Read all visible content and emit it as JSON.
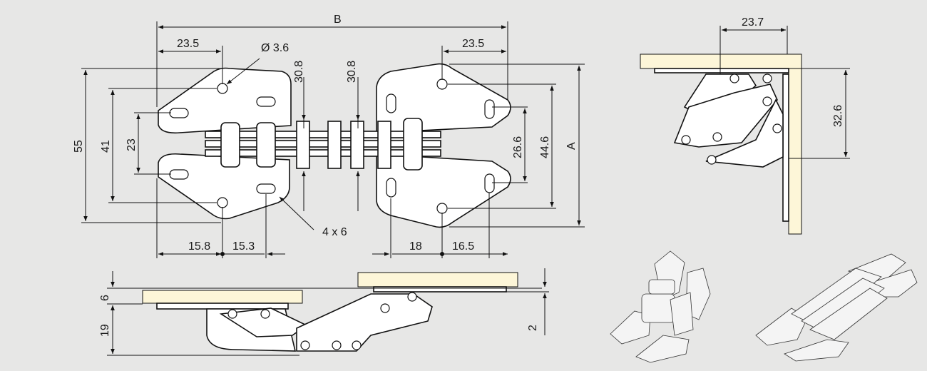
{
  "dimensions": {
    "top_view": {
      "B": "B",
      "left_offset": "23.5",
      "right_offset": "23.5",
      "hole_diameter": "Ø 3.6",
      "pitch_left": "30.8",
      "pitch_right": "30.8",
      "height_55": "55",
      "height_41": "41",
      "height_23": "23",
      "height_26_6": "26.6",
      "height_44_6": "44.6",
      "A": "A",
      "slot": "4 x 6",
      "bottom_15_8": "15.8",
      "bottom_15_3": "15.3",
      "bottom_18": "18",
      "bottom_16_5": "16.5"
    },
    "side_view": {
      "thickness_6": "6",
      "height_19": "19",
      "gap_2": "2"
    },
    "corner_view": {
      "width_23_7": "23.7",
      "height_32_6": "32.6"
    }
  },
  "colors": {
    "background": "#e7e7e6",
    "wood": "#fdf6d8",
    "line": "#111111"
  }
}
